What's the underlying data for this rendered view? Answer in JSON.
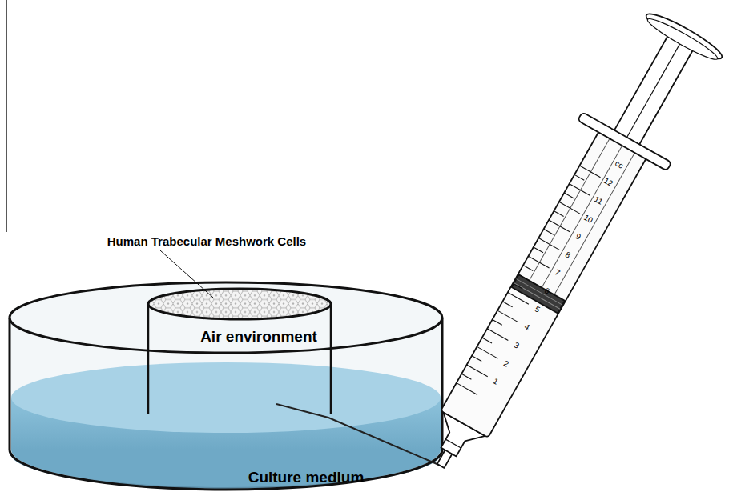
{
  "diagram": {
    "nodes": [
      {
        "text": [
          "Culture medium"
        ]
      },
      {
        "text": [
          "Air environment"
        ],
        "in": 0
      }
    ],
    "labels": [
      "Human Trabecular Meshwork Cells",
      "1",
      "2",
      "3",
      "4",
      "5",
      "6",
      "7",
      "8",
      "9",
      "10",
      "11",
      "12",
      "cc"
    ]
  }
}
